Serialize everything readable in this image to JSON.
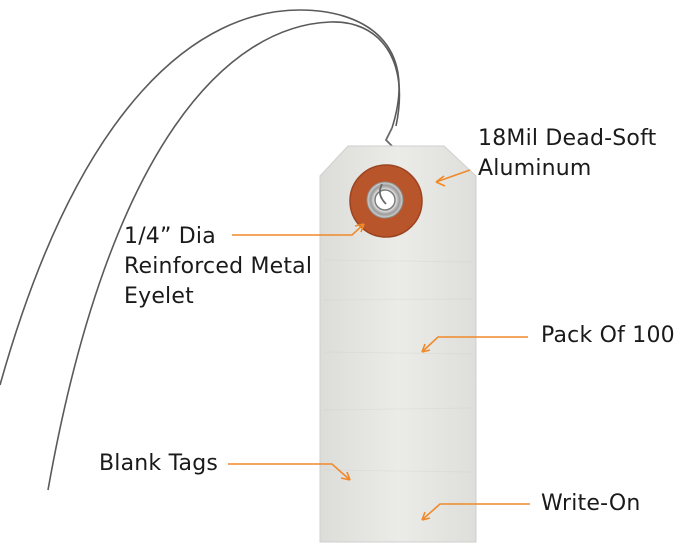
{
  "callouts": {
    "aluminum": {
      "line1": "18Mil Dead-Soft",
      "line2": "Aluminum"
    },
    "eyelet": {
      "line1": "1/4” Dia",
      "line2": "Reinforced Metal",
      "line3": "Eyelet"
    },
    "pack": {
      "text": "Pack Of 100"
    },
    "blank": {
      "text": "Blank Tags"
    },
    "write": {
      "text": "Write-On"
    }
  },
  "colors": {
    "arrow": "#f0892a",
    "tag": "#e6e6e3",
    "eyelet_reinforcement": "#b9552a",
    "wire": "#5a5a5a"
  }
}
